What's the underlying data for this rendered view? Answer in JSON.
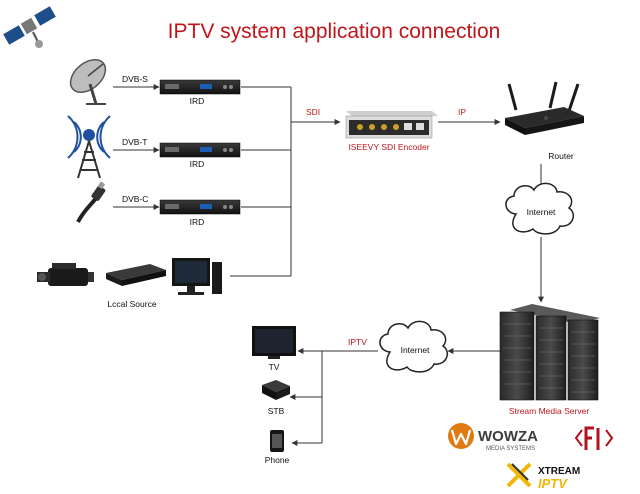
{
  "title": "IPTV system application connection",
  "sources": {
    "dvb_s": "DVB-S",
    "dvb_t": "DVB-T",
    "dvb_c": "DVB-C",
    "ird": "IRD",
    "local_source": "Lccal Source"
  },
  "links": {
    "sdi": "SDI",
    "ip": "IP",
    "iptv": "IPTV"
  },
  "encoder": {
    "label": "ISEEVY SDI Encoder"
  },
  "router": {
    "label": "Router"
  },
  "internet": {
    "label": "Internet"
  },
  "server": {
    "label": "Stream Media Server"
  },
  "endpoints": {
    "tv": "TV",
    "stb": "STB",
    "phone": "Phone"
  },
  "logos": {
    "wowza_main": "WOWZA",
    "wowza_sub": "MEDIA SYSTEMS",
    "xtream": "XTREAM",
    "iptv_brand": "IPTV"
  },
  "colors": {
    "title": "#c0151b",
    "link_label": "#c0151b",
    "line": "#333333",
    "device": "#1c1c1c",
    "wowza_orange": "#e07b14",
    "flussonic_red": "#b1121c",
    "xtream_yellow": "#f2b705"
  }
}
